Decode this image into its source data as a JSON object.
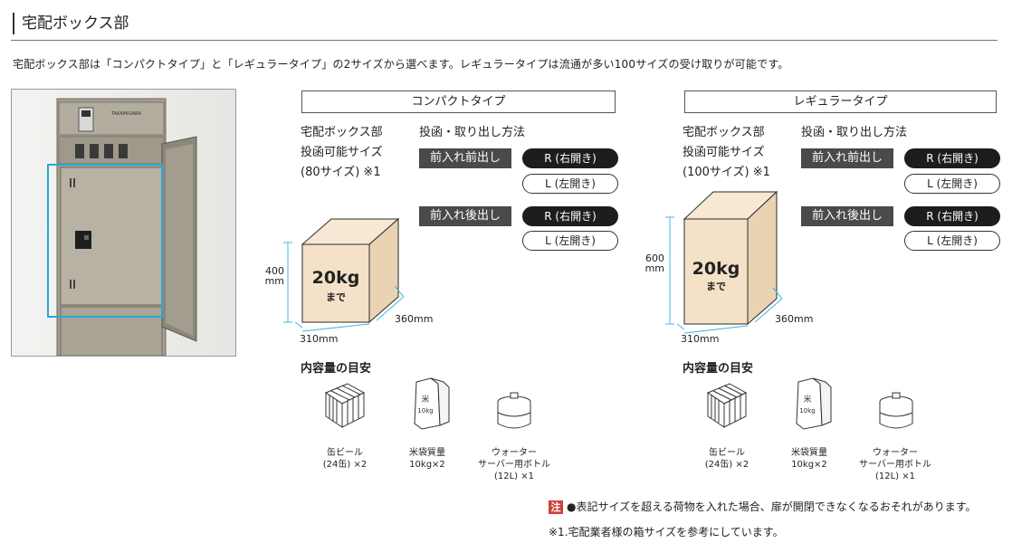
{
  "section_title": "宅配ボックス部",
  "intro": "宅配ボックス部は「コンパクトタイプ」と「レギュラータイプ」の2サイズから選べます。レギュラータイプは流通が多い100サイズの受け取りが可能です。",
  "photo": {
    "brand_label": "TAKAMISAWA"
  },
  "compact": {
    "type_label": "コンパクトタイプ",
    "size_heading": [
      "宅配ボックス部",
      "投函可能サイズ",
      "(80サイズ) ※1"
    ],
    "method_heading": "投函・取り出し方法",
    "methods": [
      {
        "label": "前入れ前出し",
        "right": "R (右開き)",
        "left": "L (左開き)"
      },
      {
        "label": "前入れ後出し",
        "right": "R (右開き)",
        "left": "L (左開き)"
      }
    ],
    "height_value": "400",
    "height_unit": "mm",
    "depth": "360mm",
    "width": "310mm",
    "weight": "20kg",
    "weight_sub": "まで",
    "contents_heading": "内容量の目安",
    "items": [
      {
        "icon": "beer-case-icon",
        "lines": [
          "缶ビール",
          "(24缶) ×2"
        ]
      },
      {
        "icon": "rice-bag-icon",
        "lines": [
          "米袋質量",
          "10kg×2"
        ]
      },
      {
        "icon": "water-bottle-icon",
        "lines": [
          "ウォーター",
          "サーバー用ボトル",
          "(12L) ×1"
        ]
      }
    ],
    "rice_bag_mark": "米",
    "rice_bag_weight": "10kg"
  },
  "regular": {
    "type_label": "レギュラータイプ",
    "size_heading": [
      "宅配ボックス部",
      "投函可能サイズ",
      "(100サイズ) ※1"
    ],
    "method_heading": "投函・取り出し方法",
    "methods": [
      {
        "label": "前入れ前出し",
        "right": "R (右開き)",
        "left": "L (左開き)"
      },
      {
        "label": "前入れ後出し",
        "right": "R (右開き)",
        "left": "L (左開き)"
      }
    ],
    "height_value": "600",
    "height_unit": "mm",
    "depth": "360mm",
    "width": "310mm",
    "weight": "20kg",
    "weight_sub": "まで",
    "contents_heading": "内容量の目安",
    "items": [
      {
        "icon": "beer-case-icon",
        "lines": [
          "缶ビール",
          "(24缶) ×2"
        ]
      },
      {
        "icon": "rice-bag-icon",
        "lines": [
          "米袋質量",
          "10kg×2"
        ]
      },
      {
        "icon": "water-bottle-icon",
        "lines": [
          "ウォーター",
          "サーバー用ボトル",
          "(12L) ×1"
        ]
      }
    ],
    "rice_bag_mark": "米",
    "rice_bag_weight": "10kg"
  },
  "notes": {
    "badge": "注",
    "line1": "●表記サイズを超える荷物を入れた場合、扉が開閉できなくなるおそれがあります。",
    "line2": "※1.宅配業者様の箱サイズを参考にしています。"
  },
  "colors": {
    "box_fill": "#f4e1c8",
    "box_stroke": "#2a2a2a",
    "dimension_line": "#40b8dc",
    "highlight_frame": "#29a8d8",
    "note_badge": "#d2403a"
  }
}
